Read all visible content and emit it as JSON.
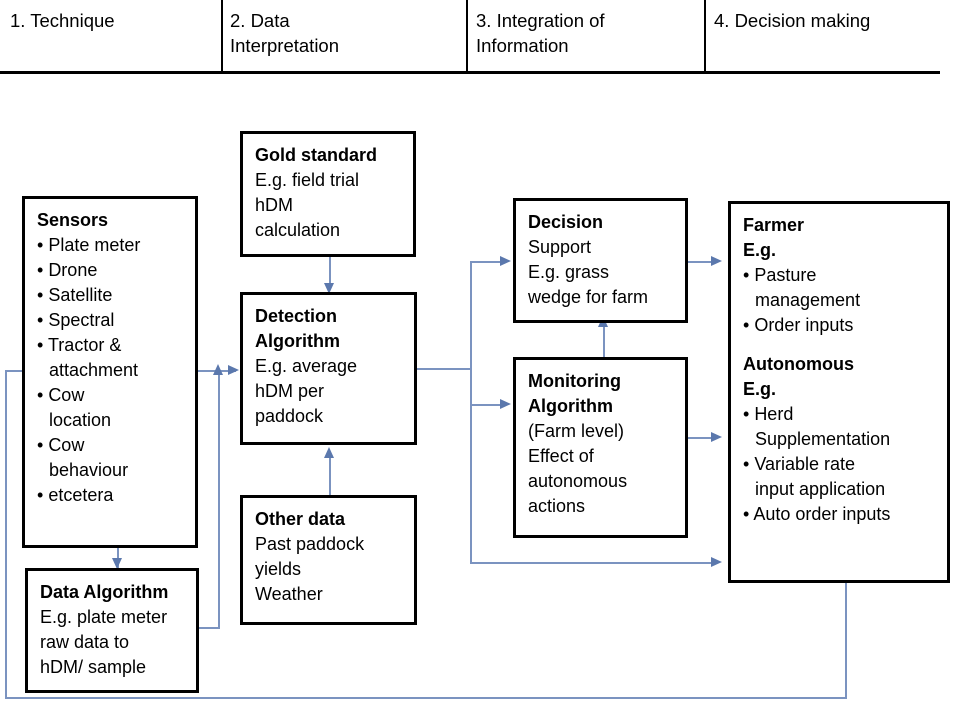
{
  "header": {
    "columns": [
      {
        "label": "1. Technique"
      },
      {
        "label": "2. Data\nInterpretation"
      },
      {
        "label": "3. Integration of\nInformation"
      },
      {
        "label": "4. Decision making"
      }
    ]
  },
  "nodes": {
    "sensors": {
      "title": "Sensors",
      "items": [
        "Plate meter",
        "Drone",
        "Satellite",
        "Spectral",
        "Tractor &\nattachment",
        "Cow\nlocation",
        "Cow\nbehaviour",
        "etcetera"
      ]
    },
    "data_algorithm": {
      "title": "Data Algorithm",
      "lines": [
        "E.g. plate meter",
        "raw data to",
        "hDM/ sample"
      ]
    },
    "gold_standard": {
      "title": "Gold standard",
      "lines": [
        "E.g. field trial",
        "hDM",
        "calculation"
      ]
    },
    "detection_algorithm": {
      "title_line1": "Detection",
      "title_line2": "Algorithm",
      "lines": [
        "E.g. average",
        "hDM per",
        "paddock"
      ]
    },
    "other_data": {
      "title": "Other data",
      "lines": [
        "Past paddock",
        "yields",
        "Weather"
      ]
    },
    "decision": {
      "title": "Decision",
      "lines": [
        "Support",
        "E.g. grass",
        "wedge for farm"
      ]
    },
    "monitoring": {
      "title_line1": "Monitoring",
      "title_line2": "Algorithm",
      "lines": [
        "(Farm level)",
        "Effect of",
        "autonomous",
        "actions"
      ]
    },
    "farmer": {
      "title_line1": "Farmer",
      "title_line2": "E.g.",
      "farmer_items": [
        "Pasture\nmanagement",
        "Order inputs"
      ],
      "auto_title_line1": "Autonomous",
      "auto_title_line2": "E.g.",
      "auto_items": [
        "Herd\nSupplementation",
        "Variable rate\ninput application",
        "Auto order inputs"
      ]
    }
  },
  "colors": {
    "box_border": "#000000",
    "connector": "#7b93c0",
    "arrow_head": "#5b78ad",
    "background": "#ffffff"
  }
}
